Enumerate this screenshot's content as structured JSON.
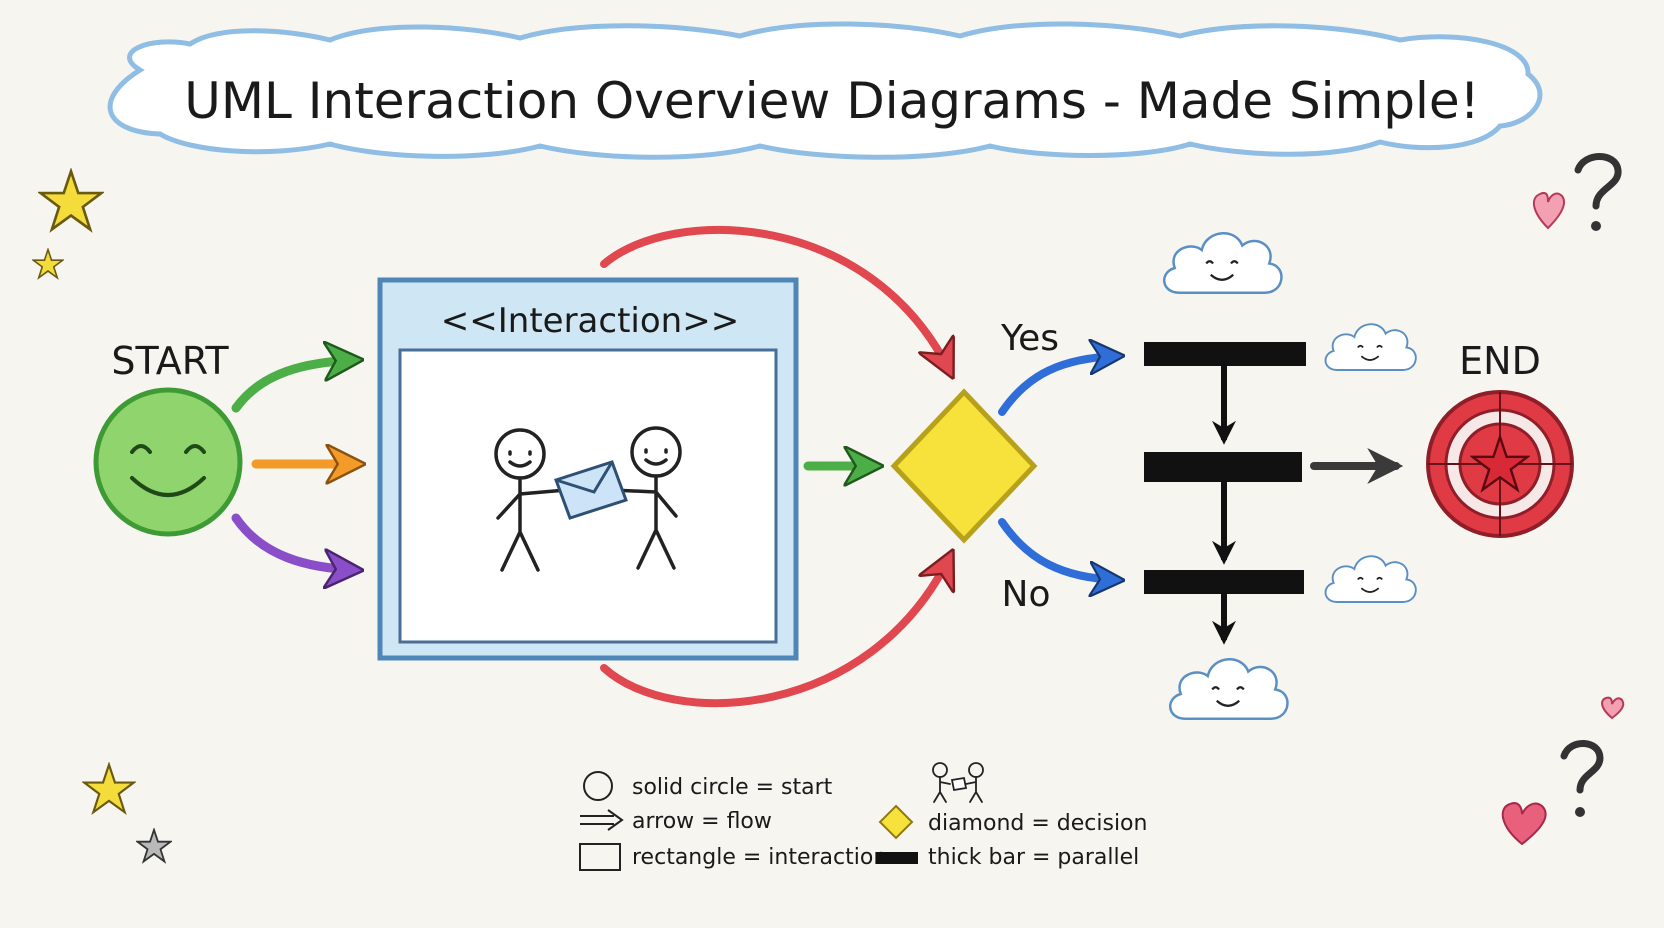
{
  "title": "UML Interaction Overview Diagrams - Made Simple!",
  "nodes": {
    "start": "START",
    "end": "END",
    "interaction_header": "<<Interaction>>",
    "yes": "Yes",
    "no": "No"
  },
  "legend": {
    "start": "solid circle = start",
    "flow": "arrow = flow",
    "interaction": "rectangle = interaction",
    "decision": "diamond = decision",
    "parallel": "thick bar = parallel"
  },
  "colors": {
    "start_fill": "#8fd46c",
    "start_stroke": "#3e9a34",
    "frame_fill": "#cfe6f5",
    "frame_stroke": "#4f86b8",
    "decision_fill": "#f6e23a",
    "end_red": "#e03a44",
    "arrow_green": "#4cae46",
    "arrow_orange": "#f39a28",
    "arrow_purple": "#8a4fc8",
    "arrow_red": "#e0474f",
    "arrow_blue": "#2f6ed8",
    "arrow_dark": "#3a3a3a",
    "star_yellow": "#f4dd3a",
    "heart_pink": "#e0607a"
  },
  "icons": [
    "smiley-face-icon",
    "stick-figure-icon",
    "envelope-icon",
    "cloud-face-icon",
    "star-icon",
    "heart-icon",
    "question-mark-icon",
    "target-icon"
  ]
}
